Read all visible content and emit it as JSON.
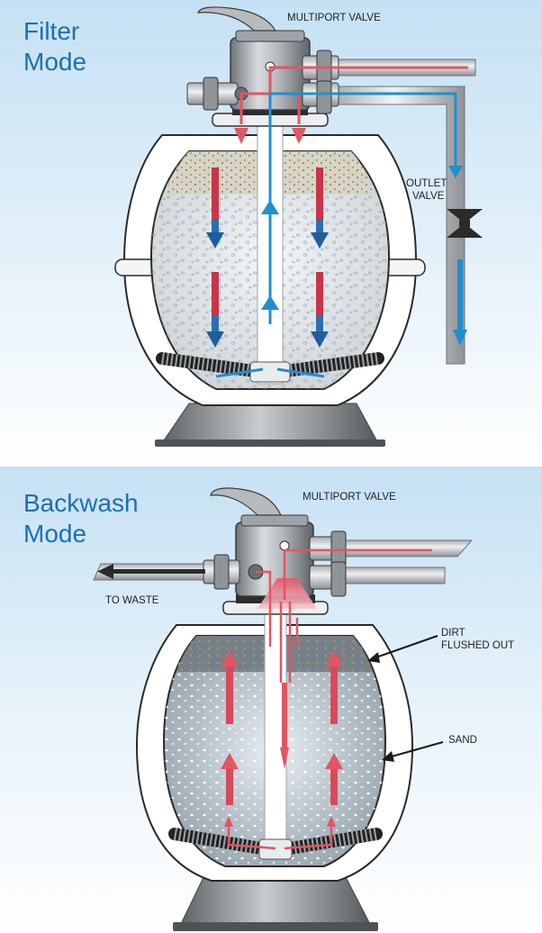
{
  "filter_mode": {
    "title_line1": "Filter",
    "title_line2": "Mode",
    "labels": {
      "multiport_valve": "MULTIPORT VALVE",
      "outlet_valve_line1": "OUTLET",
      "outlet_valve_line2": "VALVE"
    }
  },
  "backwash_mode": {
    "title_line1": "Backwash",
    "title_line2": "Mode",
    "labels": {
      "multiport_valve": "MULTIPORT VALVE",
      "to_waste": "TO WASTE",
      "dirt_line1": "DIRT",
      "dirt_line2": "FLUSHED OUT",
      "sand": "SAND"
    }
  },
  "colors": {
    "title_blue": "#1d6fb3",
    "flow_red": "#e25563",
    "flow_blue": "#1f8fce",
    "tank_outline": "#2a2a2a",
    "base_gray": "#7f8386"
  }
}
